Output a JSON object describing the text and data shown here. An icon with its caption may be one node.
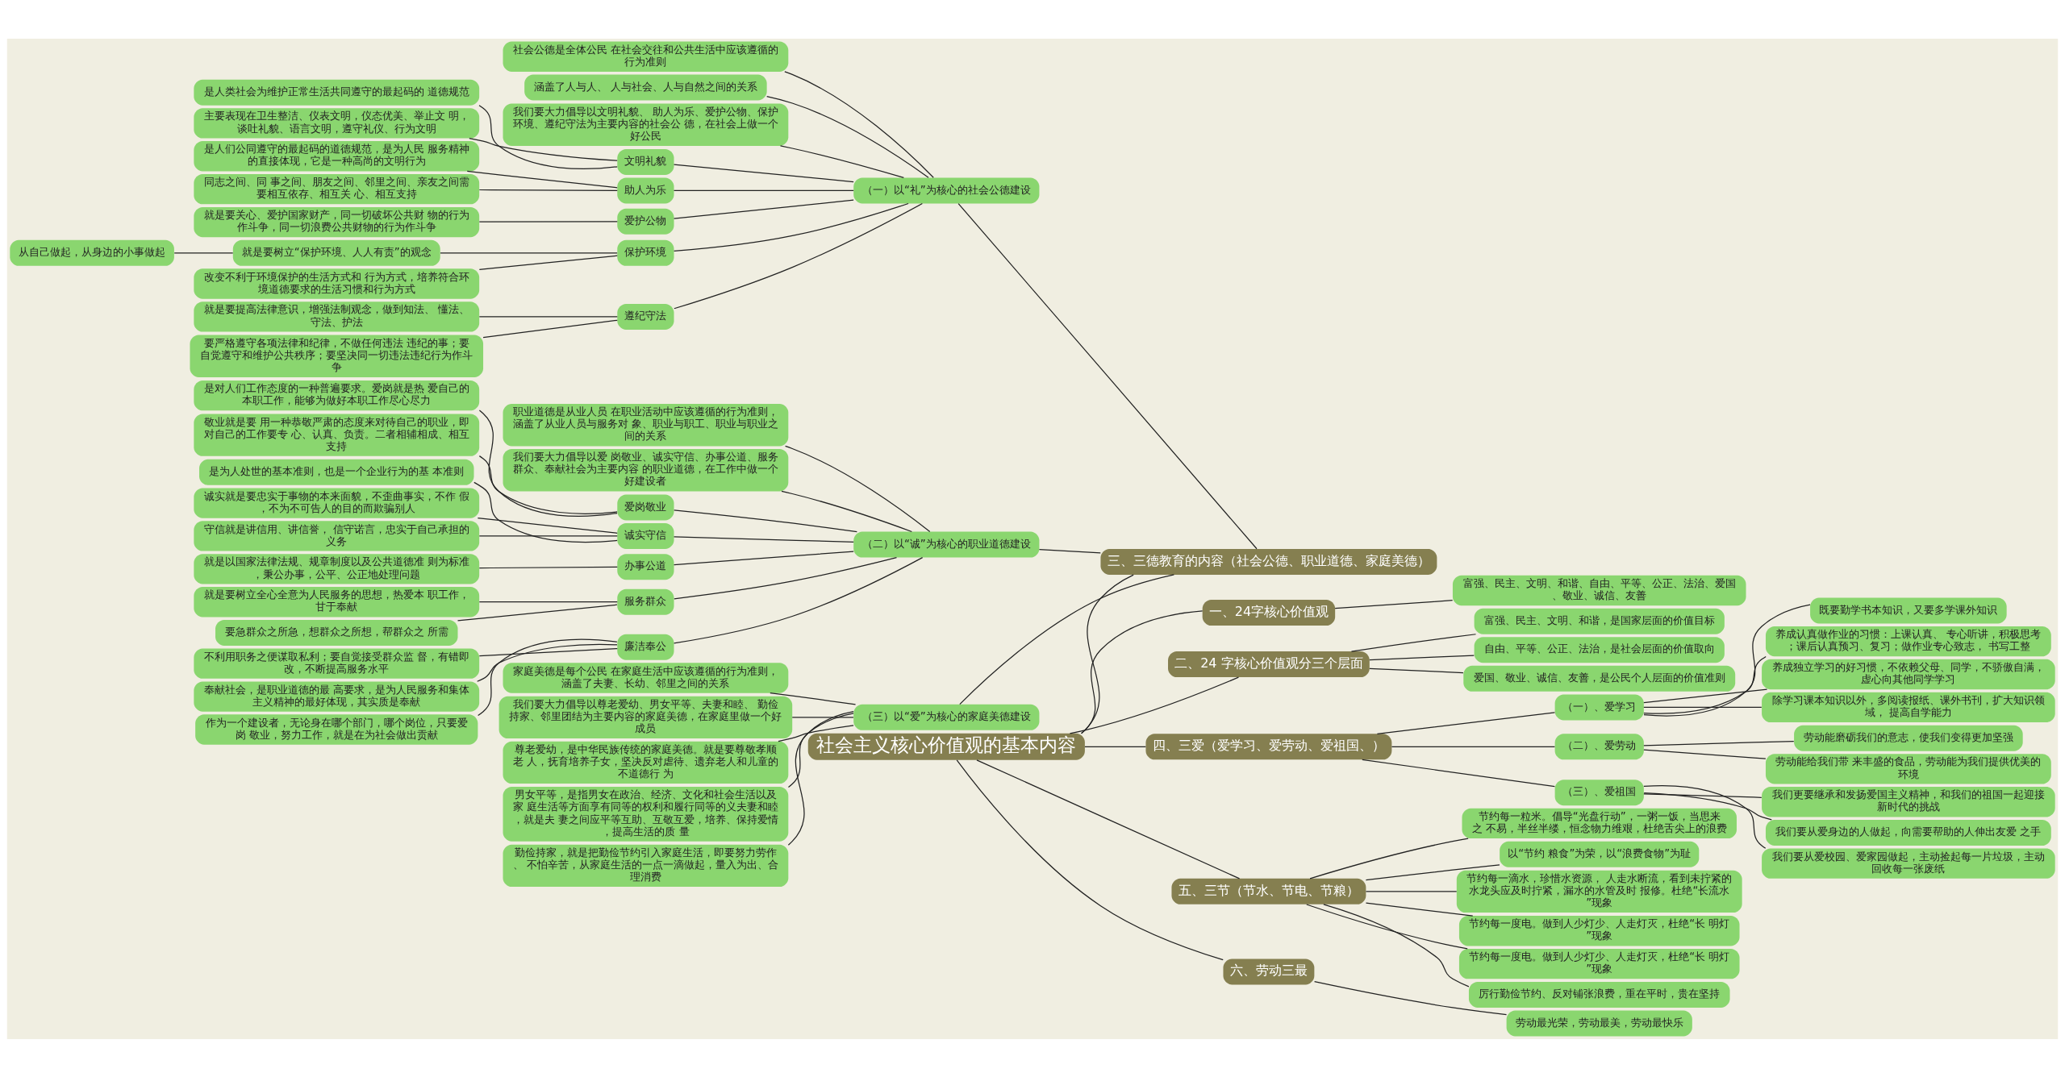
{
  "diagram": {
    "nodes": [
      {
        "text": [
          "社会主义核心价值观的基本内容"
        ]
      },
      {
        "text": [
          "三、三德教育的内容（社会公德、职业道德、家庭美德）"
        ]
      },
      {
        "text": [
          "（一）以“礼”为核心的社会公德建设"
        ]
      },
      {
        "text": [
          "社会公德是全体公民 在社会交往和公共生活中应该遵循的行为准则"
        ]
      },
      {
        "text": [
          "涵盖了人与人、 人与社会、人与自然之间的关系"
        ]
      },
      {
        "text": [
          "我们要大力倡导以文明礼貌、 助人为乐、爱护公物、保护环境、遵纪守法为主要内容的社会公 德，在社会上做一个好公民"
        ]
      },
      {
        "text": [
          "文明礼貌"
        ]
      },
      {
        "text": [
          "是人类社会为维护正常生活共同遵守的最起码的 道德规范"
        ]
      },
      {
        "text": [
          "主要表现在卫生整洁、仪表文明，仪态优美、举止文 明，谈吐礼貌、语言文明，遵守礼仪、行为文明"
        ]
      },
      {
        "text": [
          "助人为乐"
        ]
      },
      {
        "text": [
          "是人们公同遵守的最起码的道德规范，是为人民 服务精神的直接体现，它是一种高尚的文明行为"
        ]
      },
      {
        "text": [
          "同志之间、同 事之间、朋友之间、邻里之间、亲友之间需要相互依存、相互关 心、相互支持"
        ]
      },
      {
        "text": [
          "爱护公物"
        ]
      },
      {
        "text": [
          "就是要关心、爱护国家财产，同一切破坏公共财 物的行为作斗争，同一切浪费公共财物的行为作斗争"
        ]
      },
      {
        "text": [
          "保护环境"
        ]
      },
      {
        "text": [
          "就是要树立“保护环境、人人有责”的观念"
        ]
      },
      {
        "text": [
          "从自己做起，从身边的小事做起"
        ]
      },
      {
        "text": [
          "改变不利于环境保护的生活方式和 行为方式，培养符合环境道德要求的生活习惯和行为方式"
        ]
      },
      {
        "text": [
          "遵纪守法"
        ]
      },
      {
        "text": [
          "就是要提高法律意识，增强法制观念，做到知法、 懂法、守法、护法"
        ]
      },
      {
        "text": [
          "要严格遵守各项法律和纪律，不做任何违法 违纪的事；要自觉遵守和维护公共秩序；要坚决同一切违法违纪行为作斗争"
        ]
      },
      {
        "text": [
          "（二）以“诚”为核心的职业道德建设"
        ]
      },
      {
        "text": [
          "职业道德是从业人员 在职业活动中应该遵循的行为准则，涵盖了从业人员与服务对 象、职业与职工、职业与职业之间的关系"
        ]
      },
      {
        "text": [
          "我们要大力倡导以爱 岗敬业、诚实守信、办事公道、服务群众、奉献社会为主要内容 的职业道德，在工作中做一个好建设者"
        ]
      },
      {
        "text": [
          "爱岗敬业"
        ]
      },
      {
        "text": [
          "是对人们工作态度的一种普遍要求。爱岗就是热 爱自己的本职工作，能够为做好本职工作尽心尽力"
        ]
      },
      {
        "text": [
          "敬业就是要 用一种恭敬严肃的态度来对待自己的职业，即对自己的工作要专 心、认真、负责。二者相辅相成、相互支持"
        ]
      },
      {
        "text": [
          "诚实守信"
        ]
      },
      {
        "text": [
          "是为人处世的基本准则，也是一个企业行为的基 本准则"
        ]
      },
      {
        "text": [
          "诚实就是要忠实于事物的本来面貌，不歪曲事实，不作 假，不为不可告人的目的而欺骗别人"
        ]
      },
      {
        "text": [
          "守信就是讲信用、讲信誉， 信守诺言，忠实于自己承担的义务"
        ]
      },
      {
        "text": [
          "办事公道"
        ]
      },
      {
        "text": [
          "就是以国家法律法规、规章制度以及公共道德准 则为标准，秉公办事，公平、公正地处理问题"
        ]
      },
      {
        "text": [
          "服务群众"
        ]
      },
      {
        "text": [
          "就是要树立全心全意为人民服务的思想，热爱本 职工作，甘于奉献"
        ]
      },
      {
        "text": [
          "要急群众之所急，想群众之所想，帮群众之 所需"
        ]
      },
      {
        "text": [
          "廉洁奉公"
        ]
      },
      {
        "text": [
          "不利用职务之便谋取私利；要自觉接受群众监 督，有错即改，不断提高服务水平"
        ]
      },
      {
        "text": [
          "奉献社会，是职业道德的最 高要求，是为人民服务和集体主义精神的最好体现，其实质是奉献"
        ]
      },
      {
        "text": [
          "作为一个建设者，无论身在哪个部门，哪个岗位，只要爱岗 敬业，努力工作，就是在为社会做出贡献"
        ]
      },
      {
        "text": [
          "（三）以“爱”为核心的家庭美德建设"
        ]
      },
      {
        "text": [
          "家庭美德是每个公民 在家庭生活中应该遵循的行为准则，涵盖了夫妻、长幼、邻里之间的关系"
        ]
      },
      {
        "text": [
          "我们要大力倡导以尊老爱幼、男女平等、夫妻和睦、 勤俭持家、邻里团结为主要内容的家庭美德，在家庭里做一个好成员"
        ]
      },
      {
        "text": [
          "尊老爱幼，是中华民族传统的家庭美德。就是要尊敬孝顺老 人，抚育培养子女，坚决反对虐待、遗弃老人和儿童的不道德行 为"
        ]
      },
      {
        "text": [
          "男女平等，是指男女在政治、经济、文化和社会生活以及家 庭生活等方面享有同等的权利和履行同等的义夫妻和睦，就是夫 妻之间应平等互助、互敬互爱，培养、保持爱情，提高生活的质 量"
        ]
      },
      {
        "text": [
          "勤俭持家，就是把勤俭节约引入家庭生活，即要努力劳作、 不怕辛苦，从家庭生活的一点一滴做起，量入为出、合理消费"
        ]
      },
      {
        "text": [
          "一、24字核心价值观"
        ]
      },
      {
        "text": [
          "富强、民主、文明、和谐、自由、平等、公正、法治、爱国、敬业、诚信、友善"
        ]
      },
      {
        "text": [
          "二、24 字核心价值观分三个层面"
        ]
      },
      {
        "text": [
          "富强、民主、文明、和谐，是国家层面的价值目标"
        ]
      },
      {
        "text": [
          "自由、平等、公正、法治，是社会层面的价值取向"
        ]
      },
      {
        "text": [
          "爱国、敬业、诚信、友善，是公民个人层面的价值准则"
        ]
      },
      {
        "text": [
          "四、三爱（爱学习、爱劳动、爱祖国、）"
        ]
      },
      {
        "text": [
          "（一）、爱学习"
        ]
      },
      {
        "text": [
          "既要勤学书本知识，又要多学课外知识"
        ]
      },
      {
        "text": [
          "养成认真做作业的习惯：上课认真、 专心听讲，积极思考；课后认真预习、复习；做作业专心致志， 书写工整"
        ]
      },
      {
        "text": [
          "养成独立学习的好习惯，不依赖父母、同学，不骄傲自满，虚心向其他同学学习"
        ]
      },
      {
        "text": [
          "除学习课本知识以外，多阅读报纸、课外书刊，扩大知识领域， 提高自学能力"
        ]
      },
      {
        "text": [
          "（二）、爱劳动"
        ]
      },
      {
        "text": [
          "劳动能磨砺我们的意志，使我们变得更加坚强"
        ]
      },
      {
        "text": [
          "劳动能给我们带 来丰盛的食品，劳动能为我们提供优美的环境"
        ]
      },
      {
        "text": [
          "（三）、爱祖国"
        ]
      },
      {
        "text": [
          "我们更要继承和发扬爱国主义精神，和我们的祖国一起迎接新时代的挑战"
        ]
      },
      {
        "text": [
          "我们要从爱身边的人做起，向需要帮助的人伸出友爱 之手"
        ]
      },
      {
        "text": [
          "我们要从爱校园、爱家园做起，主动捡起每一片垃圾，主动回收每一张废纸"
        ]
      },
      {
        "text": [
          "五、三节（节水、节电、节粮）"
        ]
      },
      {
        "text": [
          "节约每一粒米。倡导“光盘行动”，一粥一饭，当思来之 不易，半丝半缕，恒念物力维艰，杜绝舌尖上的浪费"
        ]
      },
      {
        "text": [
          "以“节约 粮食”为荣，以“浪费食物”为耻"
        ]
      },
      {
        "text": [
          "节约每一滴水，珍惜水资源， 人走水断流，看到未拧紧的水龙头应及时拧紧，漏水的水管及时 报修。杜绝“长流水”现象"
        ]
      },
      {
        "text": [
          "节约每一度电。做到人少灯少、人走灯灭，杜绝“长 明灯”现象"
        ]
      },
      {
        "text": [
          "节约每一度电。做到人少灯少、人走灯灭，杜绝“长 明灯”现象"
        ]
      },
      {
        "text": [
          "厉行勤俭节约、反对铺张浪费，重在平时，贵在坚持"
        ]
      },
      {
        "text": [
          "六、劳动三最"
        ]
      },
      {
        "text": [
          "劳动最光荣，劳动最美，劳动最快乐"
        ]
      }
    ],
    "edges": [
      {
        "from": 0,
        "to": 1,
        "arrow": "none"
      },
      {
        "from": 1,
        "to": 2,
        "arrow": "none"
      },
      {
        "from": 2,
        "to": 3,
        "arrow": "none"
      },
      {
        "from": 2,
        "to": 4,
        "arrow": "none"
      },
      {
        "from": 2,
        "to": 5,
        "arrow": "none"
      },
      {
        "from": 2,
        "to": 6,
        "arrow": "none"
      },
      {
        "from": 6,
        "to": 7,
        "arrow": "none"
      },
      {
        "from": 6,
        "to": 8,
        "arrow": "none"
      },
      {
        "from": 2,
        "to": 9,
        "arrow": "none"
      },
      {
        "from": 9,
        "to": 10,
        "arrow": "none"
      },
      {
        "from": 9,
        "to": 11,
        "arrow": "none"
      },
      {
        "from": 2,
        "to": 12,
        "arrow": "none"
      },
      {
        "from": 12,
        "to": 13,
        "arrow": "none"
      },
      {
        "from": 2,
        "to": 14,
        "arrow": "none"
      },
      {
        "from": 14,
        "to": 15,
        "arrow": "none"
      },
      {
        "from": 15,
        "to": 16,
        "arrow": "none"
      },
      {
        "from": 14,
        "to": 17,
        "arrow": "none"
      },
      {
        "from": 2,
        "to": 18,
        "arrow": "none"
      },
      {
        "from": 18,
        "to": 19,
        "arrow": "none"
      },
      {
        "from": 18,
        "to": 20,
        "arrow": "none"
      },
      {
        "from": 1,
        "to": 21,
        "arrow": "none"
      },
      {
        "from": 21,
        "to": 22,
        "arrow": "none"
      },
      {
        "from": 21,
        "to": 23,
        "arrow": "none"
      },
      {
        "from": 21,
        "to": 24,
        "arrow": "none"
      },
      {
        "from": 24,
        "to": 25,
        "arrow": "none"
      },
      {
        "from": 24,
        "to": 26,
        "arrow": "none"
      },
      {
        "from": 21,
        "to": 27,
        "arrow": "none"
      },
      {
        "from": 27,
        "to": 28,
        "arrow": "none"
      },
      {
        "from": 27,
        "to": 29,
        "arrow": "none"
      },
      {
        "from": 27,
        "to": 30,
        "arrow": "none"
      },
      {
        "from": 21,
        "to": 31,
        "arrow": "none"
      },
      {
        "from": 31,
        "to": 32,
        "arrow": "none"
      },
      {
        "from": 21,
        "to": 33,
        "arrow": "none"
      },
      {
        "from": 33,
        "to": 34,
        "arrow": "none"
      },
      {
        "from": 33,
        "to": 35,
        "arrow": "none"
      },
      {
        "from": 21,
        "to": 36,
        "arrow": "none"
      },
      {
        "from": 36,
        "to": 37,
        "arrow": "none"
      },
      {
        "from": 36,
        "to": 38,
        "arrow": "none"
      },
      {
        "from": 36,
        "to": 39,
        "arrow": "none"
      },
      {
        "from": 1,
        "to": 40,
        "arrow": "none"
      },
      {
        "from": 40,
        "to": 41,
        "arrow": "none"
      },
      {
        "from": 40,
        "to": 42,
        "arrow": "none"
      },
      {
        "from": 40,
        "to": 43,
        "arrow": "none"
      },
      {
        "from": 40,
        "to": 44,
        "arrow": "none"
      },
      {
        "from": 40,
        "to": 45,
        "arrow": "none"
      },
      {
        "from": 0,
        "to": 46,
        "arrow": "none"
      },
      {
        "from": 46,
        "to": 47,
        "arrow": "none"
      },
      {
        "from": 0,
        "to": 48,
        "arrow": "none"
      },
      {
        "from": 48,
        "to": 49,
        "arrow": "none"
      },
      {
        "from": 48,
        "to": 50,
        "arrow": "none"
      },
      {
        "from": 48,
        "to": 51,
        "arrow": "none"
      },
      {
        "from": 0,
        "to": 52,
        "arrow": "none"
      },
      {
        "from": 52,
        "to": 53,
        "arrow": "none"
      },
      {
        "from": 53,
        "to": 54,
        "arrow": "none"
      },
      {
        "from": 53,
        "to": 55,
        "arrow": "none"
      },
      {
        "from": 53,
        "to": 56,
        "arrow": "none"
      },
      {
        "from": 53,
        "to": 57,
        "arrow": "none"
      },
      {
        "from": 52,
        "to": 58,
        "arrow": "none"
      },
      {
        "from": 58,
        "to": 59,
        "arrow": "none"
      },
      {
        "from": 58,
        "to": 60,
        "arrow": "none"
      },
      {
        "from": 52,
        "to": 61,
        "arrow": "none"
      },
      {
        "from": 61,
        "to": 62,
        "arrow": "none"
      },
      {
        "from": 61,
        "to": 63,
        "arrow": "none"
      },
      {
        "from": 61,
        "to": 64,
        "arrow": "none"
      },
      {
        "from": 0,
        "to": 65,
        "arrow": "none"
      },
      {
        "from": 65,
        "to": 66,
        "arrow": "none"
      },
      {
        "from": 65,
        "to": 67,
        "arrow": "none"
      },
      {
        "from": 65,
        "to": 68,
        "arrow": "none"
      },
      {
        "from": 65,
        "to": 69,
        "arrow": "none"
      },
      {
        "from": 65,
        "to": 70,
        "arrow": "none"
      },
      {
        "from": 65,
        "to": 71,
        "arrow": "none"
      },
      {
        "from": 0,
        "to": 72,
        "arrow": "none"
      },
      {
        "from": 72,
        "to": 73,
        "arrow": "none"
      }
    ]
  }
}
